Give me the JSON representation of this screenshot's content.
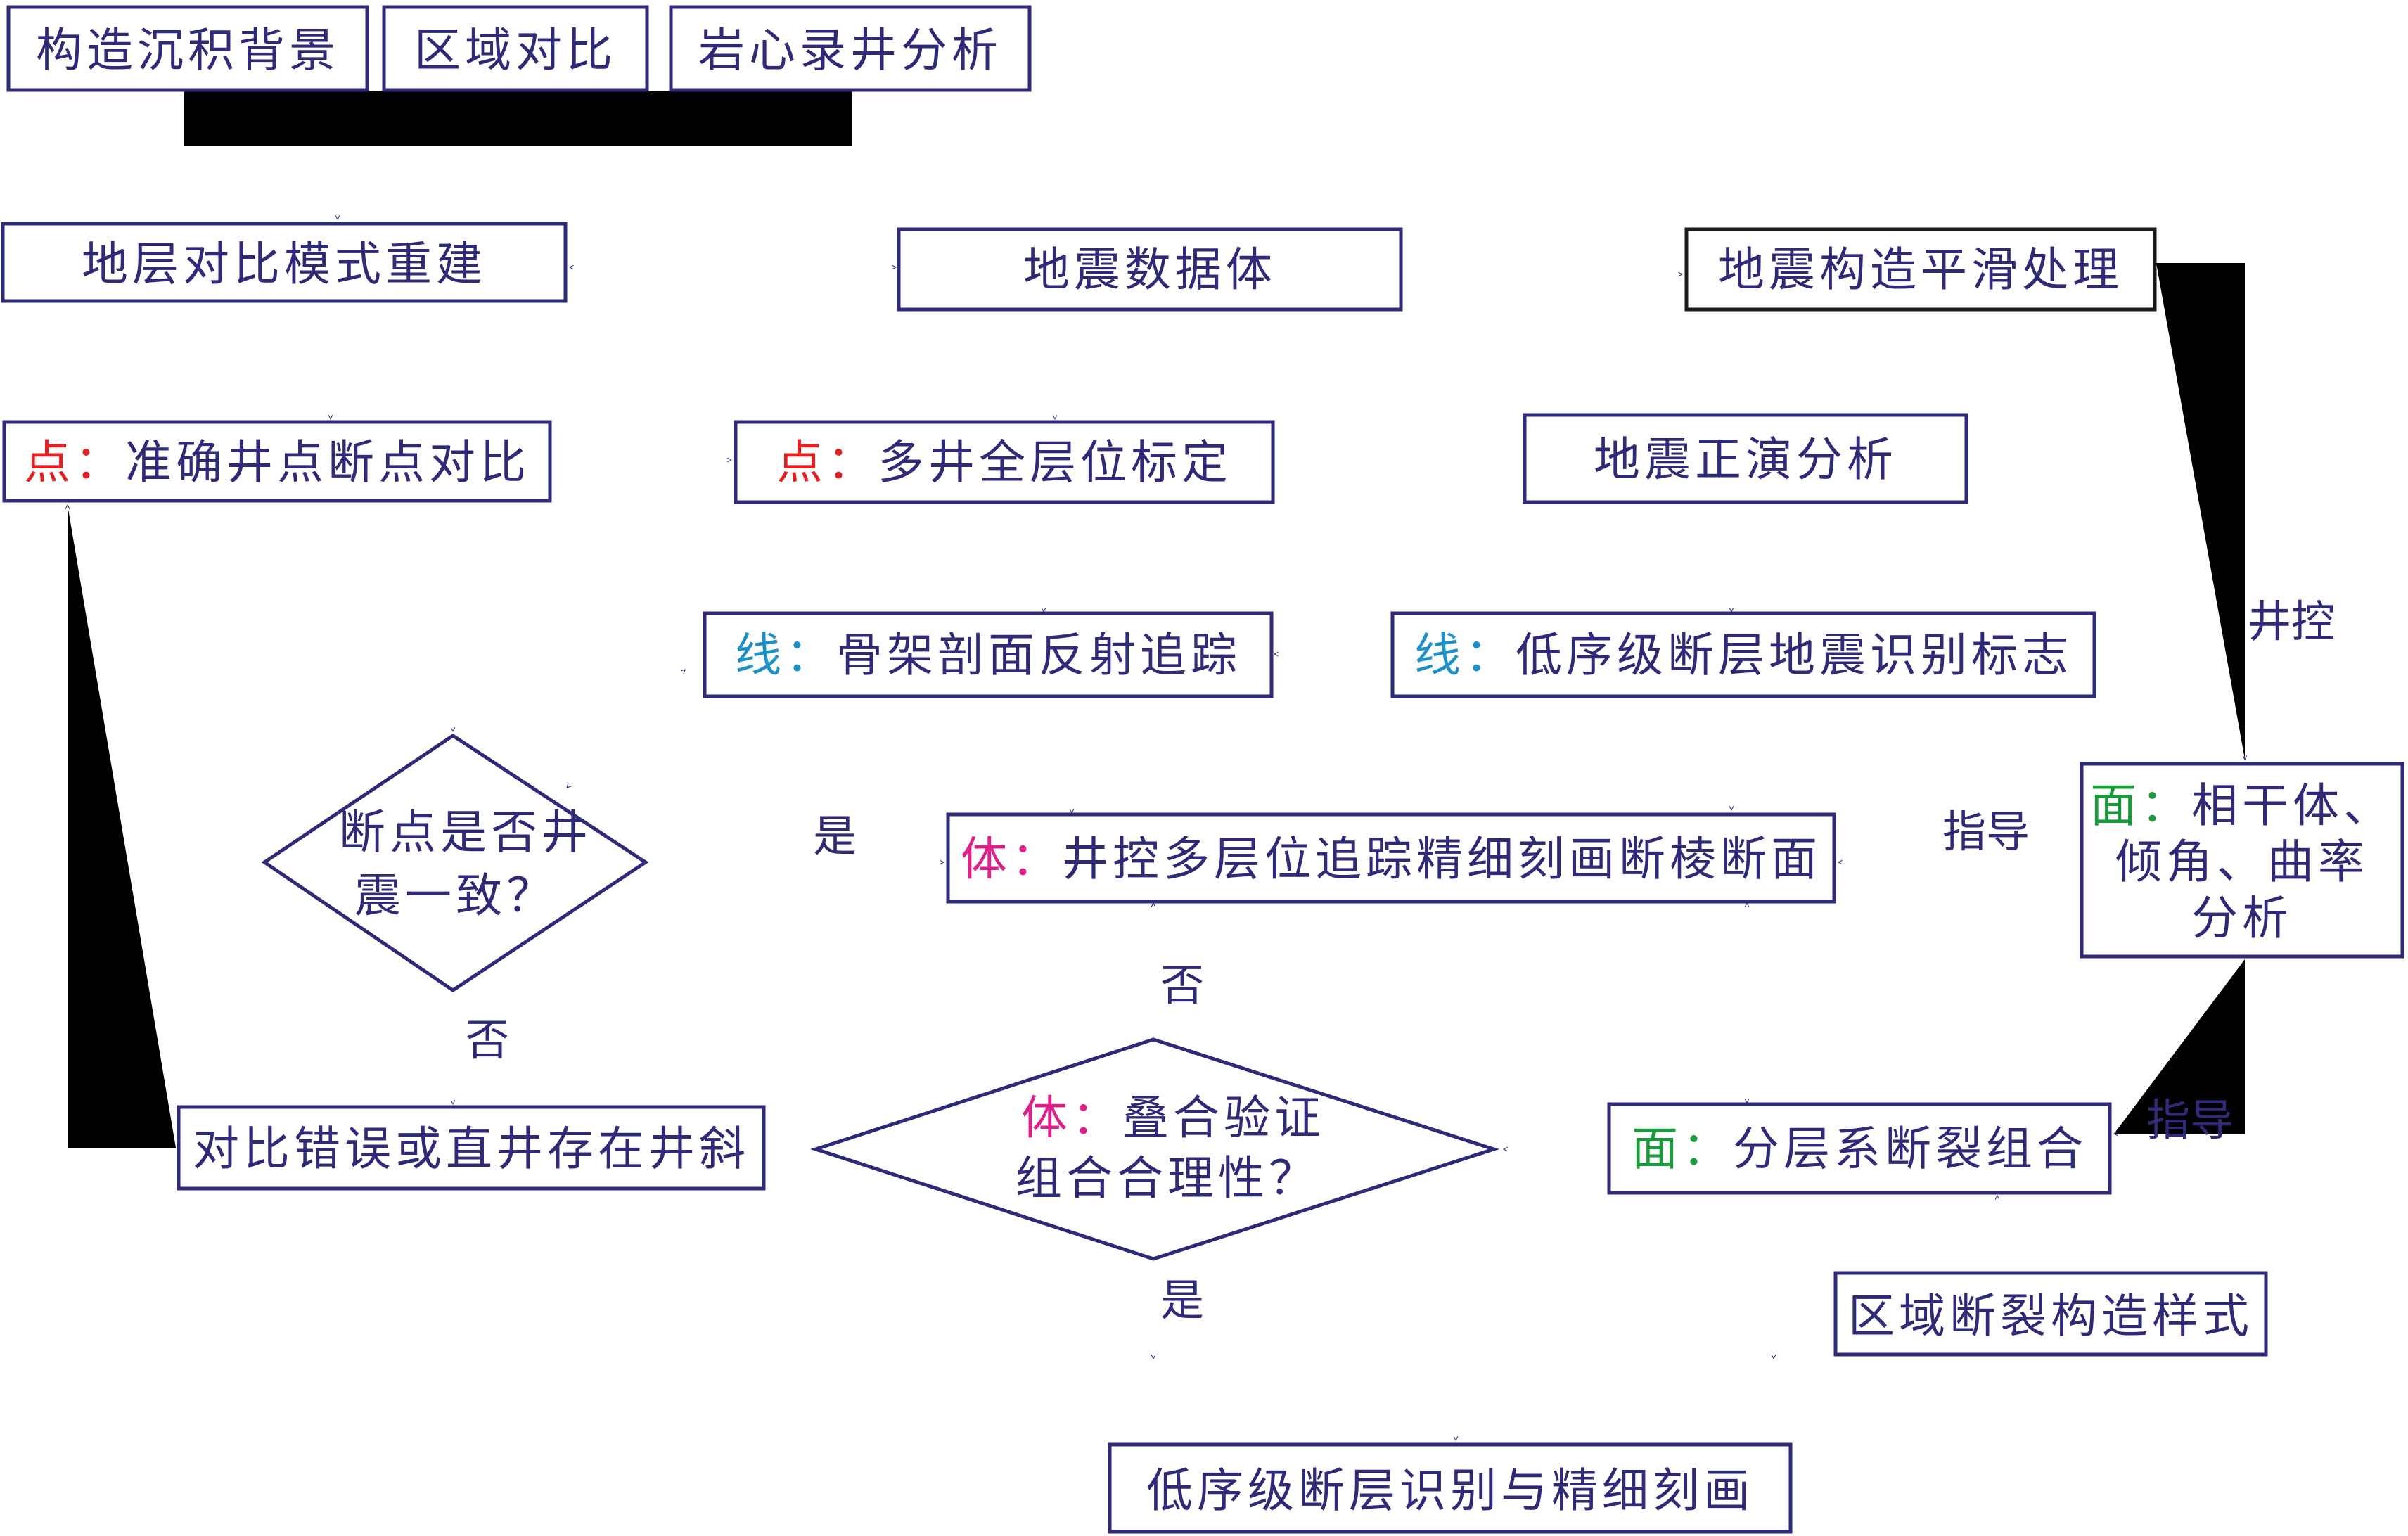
{
  "colors": {
    "stroke": "#2e2a78",
    "text": "#2e2a78",
    "point_prefix": "#e02020",
    "line_prefix": "#1e90c8",
    "volume_prefix": "#e0208a",
    "surface_prefix": "#1a9a3a"
  },
  "nodes": {
    "tectonic_background": "构造沉积背景",
    "regional_comparison": "区域对比",
    "core_log_analysis": "岩心录井分析",
    "strat_model_rebuild": "地层对比模式重建",
    "seismic_volume": "地震数据体",
    "seismic_smoothing": "地震构造平滑处理",
    "point_fault_compare": {
      "prefix": "点：",
      "text": "准确井点断点对比"
    },
    "point_horizon_calib": {
      "prefix": "点：",
      "text": "多井全层位标定"
    },
    "forward_modeling": "地震正演分析",
    "line_skeleton_track": {
      "prefix": "线：",
      "text": "骨架剖面反射追踪"
    },
    "line_fault_marks": {
      "prefix": "线：",
      "text": "低序级断层地震识别标志"
    },
    "decision_consistency": {
      "line1": "断点是否井",
      "line2": "震一致？"
    },
    "volume_fine_carving": {
      "prefix": "体：",
      "text": "井控多层位追踪精细刻画断棱断面"
    },
    "surface_analysis": {
      "prefix": "面：",
      "line1": "相干体、",
      "line2": "倾角、曲率",
      "line3": "分析"
    },
    "error_or_deviation": "对比错误或直井存在井斜",
    "decision_validation": {
      "prefix": "体：",
      "line1": "叠合验证",
      "line2": "组合合理性？"
    },
    "surface_fault_combo": {
      "prefix": "面：",
      "text": "分层系断裂组合"
    },
    "regional_fault_style": "区域断裂构造样式",
    "final_result": "低序级断层识别与精细刻画"
  },
  "edge_labels": {
    "well_control": "井控",
    "yes_1": "是",
    "no_1": "否",
    "guide_1": "指导",
    "no_2": "否",
    "guide_2": "指导",
    "yes_2": "是"
  }
}
